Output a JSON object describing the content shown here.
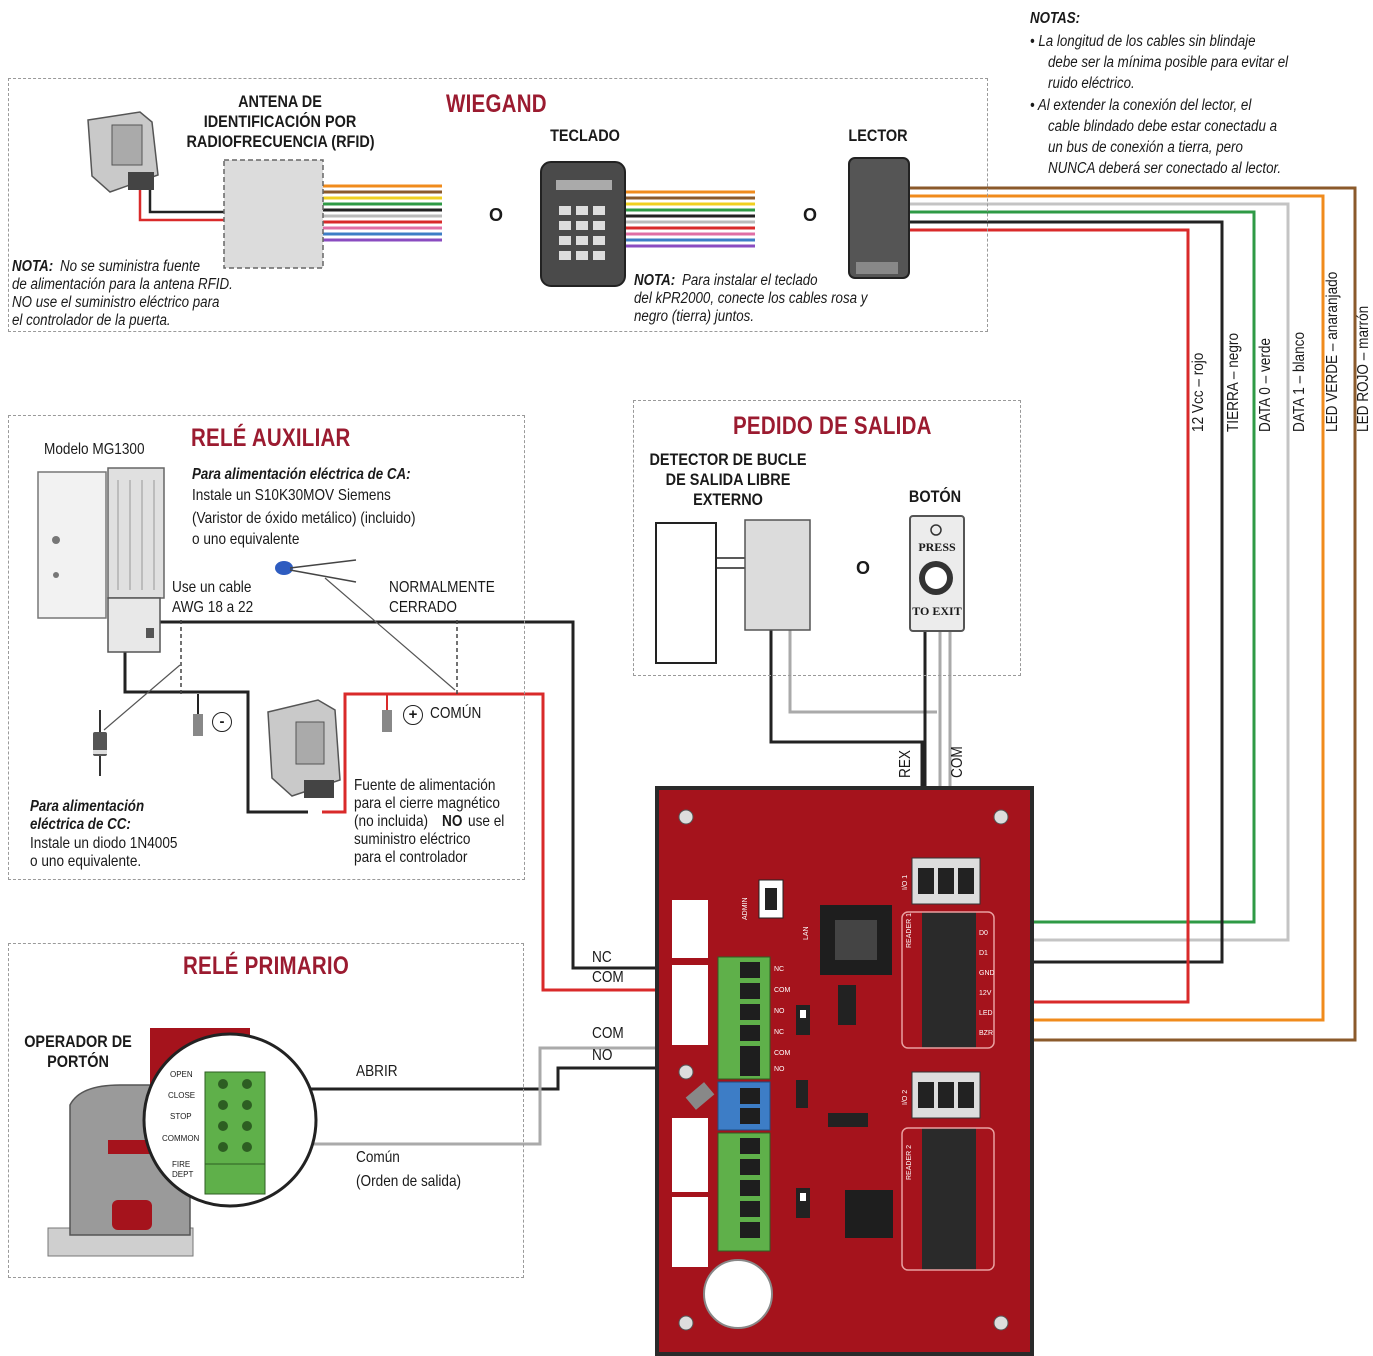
{
  "notes": {
    "title": "NOTAS:",
    "items": [
      [
        "• La longitud de los cables sin blindaje",
        "debe ser la mínima posible para evitar el",
        "ruido eléctrico."
      ],
      [
        "• Al extender la conexión del lector, el",
        "cable blindado debe estar conectadu a",
        "un bus de conexión a tierra, pero",
        "NUNCA deberá ser conectado al lector."
      ]
    ]
  },
  "wiegand": {
    "title": "WIEGAND",
    "rfid_label": [
      "ANTENA DE",
      "IDENTIFICACIÓN POR",
      "RADIOFRECUENCIA (RFID)"
    ],
    "keypad_label": "TECLADO",
    "reader_label": "LECTOR",
    "or1": "O",
    "or2": "O",
    "rfid_note_bold": "NOTA:",
    "rfid_note": [
      "No se suministra fuente",
      "de alimentación para la antena RFID.",
      "NO use el suministro eléctrico para",
      "el controlador de la puerta."
    ],
    "keypad_note_bold": "NOTA:",
    "keypad_note": [
      "Para instalar el teclado",
      "del kPR2000, conecte los cables rosa y",
      "negro (tierra) juntos."
    ]
  },
  "wire_labels": [
    "12 Vcc – rojo",
    "TIERRA – negro",
    "DATA 0 – verde",
    "DATA 1 – blanco",
    "LED VERDE – anaranjado",
    "LED ROJO – marrón"
  ],
  "aux_relay": {
    "title": "RELÉ AUXILIAR",
    "model": "Modelo MG1300",
    "ac_title": "Para alimentación eléctrica de CA:",
    "ac_lines": [
      "Instale un S10K30MOV Siemens",
      "(Varistor de óxido metálico) (incluido)",
      "o uno equivalente"
    ],
    "cable": [
      "Use un cable",
      "AWG 18 a 22"
    ],
    "nc": [
      "NORMALMENTE",
      "CERRADO"
    ],
    "minus": "-",
    "plus": "+",
    "common": "COMÚN",
    "psu": [
      "Fuente de alimentación",
      "para el cierre magnético",
      "(no incluida)",
      "NO",
      "use el",
      "suministro eléctrico",
      "para el controlador"
    ],
    "dc_title": [
      "Para alimentación",
      "eléctrica de CC:"
    ],
    "dc_lines": [
      "Instale un diodo 1N4005",
      "o uno equivalente."
    ]
  },
  "exit_request": {
    "title": "PEDIDO DE SALIDA",
    "loop_label": [
      "DETECTOR DE BUCLE",
      "DE SALIDA LIBRE",
      "EXTERNO"
    ],
    "button_label": "BOTÓN",
    "or": "O",
    "press": "PRESS",
    "to_exit": "TO EXIT",
    "rex": "REX",
    "com": "COM"
  },
  "primary_relay": {
    "title": "RELÉ PRIMARIO",
    "operator": [
      "OPERADOR DE",
      "PORTÓN"
    ],
    "open": "ABRIR",
    "common": [
      "Común",
      "(Orden de salida)"
    ],
    "nc": "NC",
    "com1": "COM",
    "com2": "COM",
    "no": "NO",
    "terminals": [
      "OPEN",
      "CLOSE",
      "STOP",
      "COMMON",
      "FIRE",
      "DEPT"
    ]
  },
  "board": {
    "reader1": "READER 1",
    "reader2": "READER 2",
    "io1": "I/O 1",
    "io2": "I/O 2",
    "admin": "ADMIN",
    "lan": "LAN",
    "reader_pins": [
      "D0",
      "D1",
      "GND",
      "12V",
      "LED",
      "BZR"
    ],
    "relay_pins": [
      "NC",
      "COM",
      "NO"
    ]
  },
  "colors": {
    "title_red": "#9b1b30",
    "board_red": "#a5131c",
    "wire_red": "#d92a2a",
    "wire_green": "#2e9a45",
    "wire_orange": "#f08b1c",
    "wire_brown": "#8b5a2b",
    "wire_gray": "#b9b9b9",
    "terminal_green": "#5fb04a",
    "terminal_blue": "#3d7dc6"
  }
}
